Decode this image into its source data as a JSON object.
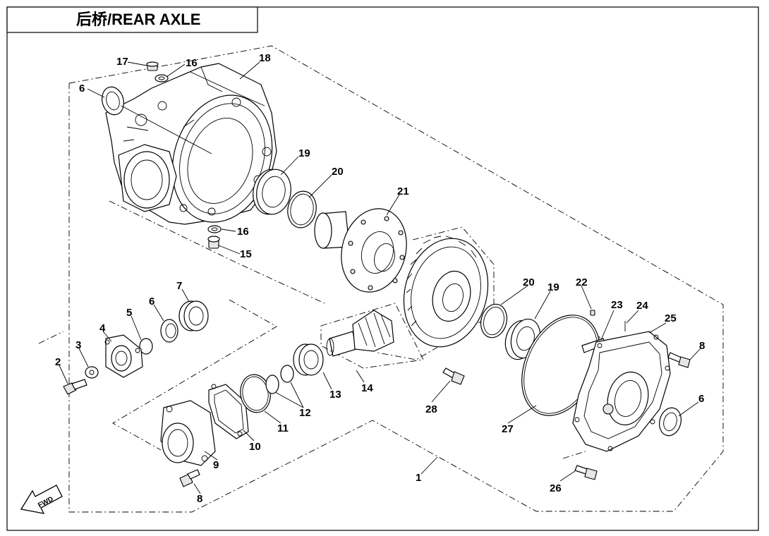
{
  "title": "后桥/REAR AXLE",
  "fwd_label": "FWD",
  "callouts": [
    {
      "id": "c17",
      "num": "17"
    },
    {
      "id": "c16a",
      "num": "16"
    },
    {
      "id": "c18",
      "num": "18"
    },
    {
      "id": "c6a",
      "num": "6"
    },
    {
      "id": "c19a",
      "num": "19"
    },
    {
      "id": "c20a",
      "num": "20"
    },
    {
      "id": "c21",
      "num": "21"
    },
    {
      "id": "c16b",
      "num": "16"
    },
    {
      "id": "c15",
      "num": "15"
    },
    {
      "id": "c7",
      "num": "7"
    },
    {
      "id": "c6b",
      "num": "6"
    },
    {
      "id": "c5",
      "num": "5"
    },
    {
      "id": "c4",
      "num": "4"
    },
    {
      "id": "c3",
      "num": "3"
    },
    {
      "id": "c2",
      "num": "2"
    },
    {
      "id": "c20b",
      "num": "20"
    },
    {
      "id": "c19b",
      "num": "19"
    },
    {
      "id": "c22",
      "num": "22"
    },
    {
      "id": "c23",
      "num": "23"
    },
    {
      "id": "c24",
      "num": "24"
    },
    {
      "id": "c25",
      "num": "25"
    },
    {
      "id": "c8a",
      "num": "8"
    },
    {
      "id": "c6c",
      "num": "6"
    },
    {
      "id": "c13",
      "num": "13"
    },
    {
      "id": "c14",
      "num": "14"
    },
    {
      "id": "c12",
      "num": "12"
    },
    {
      "id": "c11",
      "num": "11"
    },
    {
      "id": "c10",
      "num": "10"
    },
    {
      "id": "c9",
      "num": "9"
    },
    {
      "id": "c8b",
      "num": "8"
    },
    {
      "id": "c28",
      "num": "28"
    },
    {
      "id": "c27",
      "num": "27"
    },
    {
      "id": "c1",
      "num": "1"
    },
    {
      "id": "c26",
      "num": "26"
    }
  ]
}
